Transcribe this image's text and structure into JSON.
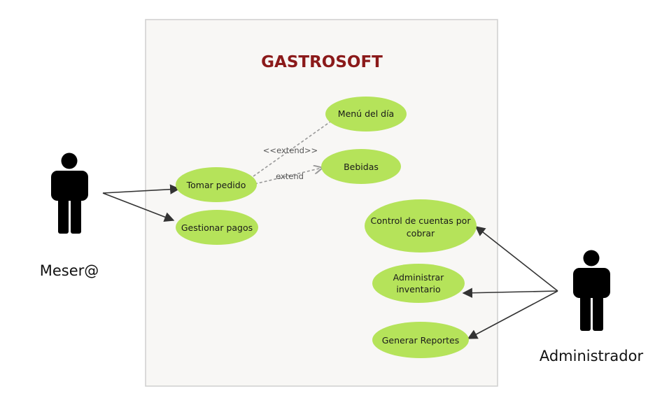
{
  "system": {
    "title": "GASTROSOFT",
    "title_color": "#8b1a1a",
    "boundary_fill": "#f8f7f5",
    "boundary_stroke": "#cfcfcf"
  },
  "actors": {
    "mesero": {
      "label": "Meser@"
    },
    "administrador": {
      "label": "Administrador"
    }
  },
  "use_cases": {
    "menu_del_dia": {
      "label": "Menú del día"
    },
    "bebidas": {
      "label": "Bebidas"
    },
    "tomar_pedido": {
      "label": "Tomar pedido"
    },
    "gestionar_pagos": {
      "label": "Gestionar pagos"
    },
    "control_cuentas": {
      "line1": "Control de cuentas por",
      "line2": "cobrar"
    },
    "administrar_inventario": {
      "line1": "Administrar",
      "line2": "inventario"
    },
    "generar_reportes": {
      "label": "Generar Reportes"
    }
  },
  "relations": {
    "extend_menu": {
      "label": "<<extend>>"
    },
    "extend_bebidas": {
      "label": "extend"
    }
  },
  "colors": {
    "usecase_fill": "#b5e35a",
    "actor": "#000000",
    "association": "#333333",
    "extend_line": "#999999"
  }
}
